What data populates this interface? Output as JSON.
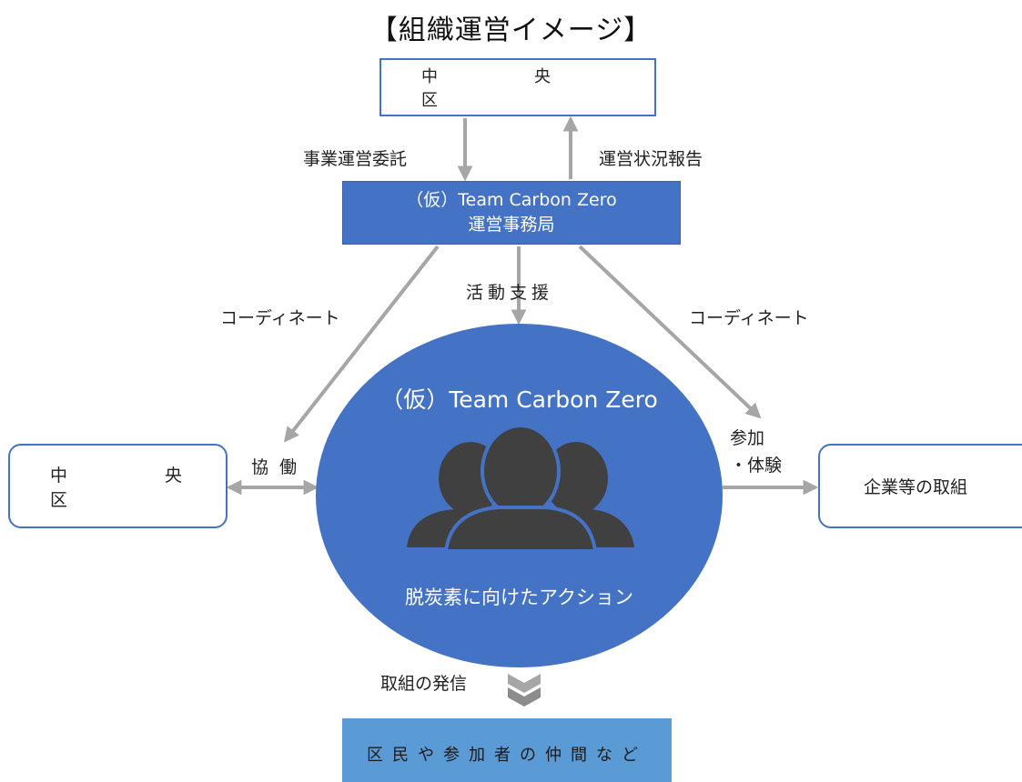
{
  "title": "【組織運営イメージ】",
  "top_box": {
    "label": "中　央　区"
  },
  "office_box": {
    "line1": "（仮）Team Carbon Zero",
    "line2": "運営事務局"
  },
  "circle": {
    "title": "（仮）Team Carbon Zero",
    "caption": "脱炭素に向けたアクション",
    "icon": "people-group-icon"
  },
  "left_box": {
    "label": "中　央　区"
  },
  "right_box": {
    "label": "企業等の取組"
  },
  "bottom_box": {
    "label": "区民や参加者の仲間など"
  },
  "labels": {
    "delegate": "事業運営委託",
    "report": "運営状況報告",
    "support": "活動支援",
    "coord_left": "コーディネート",
    "coord_right": "コーディネート",
    "collab": "協働",
    "join": "参加\n・体験",
    "send": "取組の発信"
  },
  "colors": {
    "accent": "#4472c4",
    "light_blue": "#5b9bd5",
    "arrow": "#a6a6a6",
    "icon": "#404040"
  }
}
